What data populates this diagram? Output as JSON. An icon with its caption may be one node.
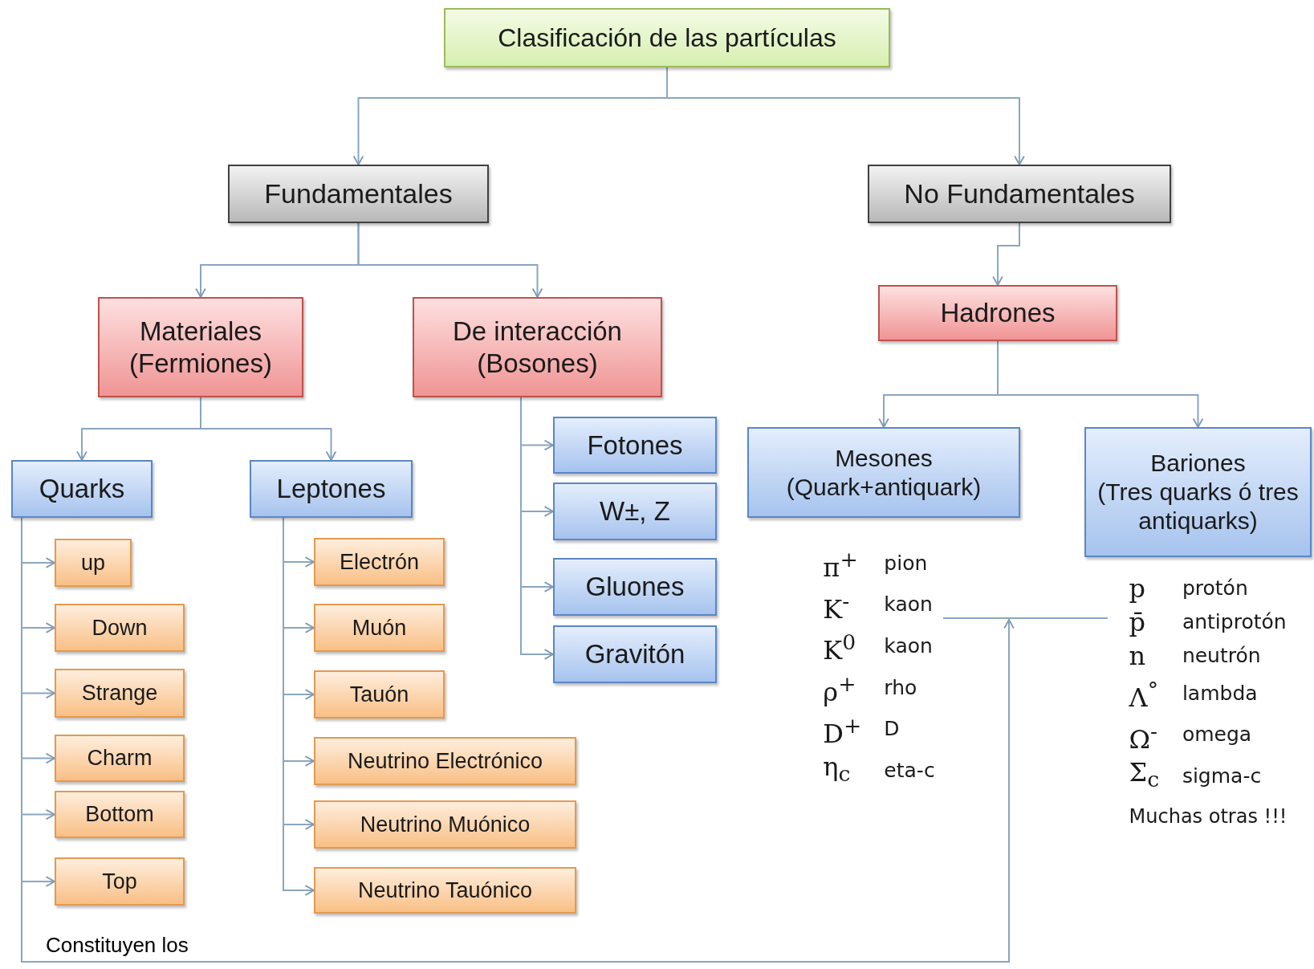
{
  "diagram": {
    "nodes": [
      {
        "text": [
          "Clasificación de las partículas"
        ]
      },
      {
        "text": [
          "Fundamentales"
        ]
      },
      {
        "text": [
          "No Fundamentales"
        ]
      },
      {
        "text": [
          "Materiales (Fermiones)"
        ]
      },
      {
        "text": [
          "De interacción (Bosones)"
        ]
      },
      {
        "text": [
          "Hadrones"
        ]
      },
      {
        "text": [
          "Quarks"
        ]
      },
      {
        "text": [
          "Leptones"
        ]
      },
      {
        "text": [
          "Mesones",
          "(Quark+antiquark)"
        ]
      },
      {
        "text": [
          "Bariones",
          "(Tres quarks ó tres antiquarks)"
        ]
      },
      {
        "text": [
          "Fotones"
        ]
      },
      {
        "text": [
          "W±, Z"
        ]
      },
      {
        "text": [
          "Gluones"
        ]
      },
      {
        "text": [
          "Gravitón"
        ]
      },
      {
        "text": [
          "up"
        ]
      },
      {
        "text": [
          "Down"
        ]
      },
      {
        "text": [
          "Strange"
        ]
      },
      {
        "text": [
          "Charm"
        ]
      },
      {
        "text": [
          "Bottom"
        ]
      },
      {
        "text": [
          "Top"
        ]
      },
      {
        "text": [
          "Electrón"
        ]
      },
      {
        "text": [
          "Muón"
        ]
      },
      {
        "text": [
          "Tauón"
        ]
      },
      {
        "text": [
          "Neutrino Electrónico"
        ]
      },
      {
        "text": [
          "Neutrino Muónico"
        ]
      },
      {
        "text": [
          "Neutrino Tauónico"
        ]
      },
      {
        "text": [
          "π$^{+}$",
          "pion",
          "K$^{-}$",
          "kaon",
          "K$^{0}$",
          "kaon",
          "ρ$^{+}$",
          "rho",
          "D$^{+}$",
          "D",
          "η$_{c}$",
          "eta-c"
        ]
      },
      {
        "text": [
          "p",
          "protón",
          "p̄",
          "antiprotón",
          "n",
          "neutrón",
          "Λ$^{°}$",
          "lambda",
          "Ω$^{-}$",
          "omega",
          "Σ$_{c}$",
          "sigma-c",
          "Muchas otras !!!"
        ]
      }
    ],
    "edges": [
      {
        "from": 0,
        "to": 1,
        "arrow": "to"
      },
      {
        "from": 0,
        "to": 2,
        "arrow": "to"
      },
      {
        "from": 1,
        "to": 3,
        "arrow": "to"
      },
      {
        "from": 1,
        "to": 4,
        "arrow": "to"
      },
      {
        "from": 2,
        "to": 5,
        "arrow": "to"
      },
      {
        "from": 3,
        "to": 6,
        "arrow": "to"
      },
      {
        "from": 3,
        "to": 7,
        "arrow": "to"
      },
      {
        "from": 5,
        "to": 8,
        "arrow": "to"
      },
      {
        "from": 5,
        "to": 9,
        "arrow": "to"
      },
      {
        "from": 4,
        "to": 10,
        "arrow": "to"
      },
      {
        "from": 4,
        "to": 11,
        "arrow": "to"
      },
      {
        "from": 4,
        "to": 12,
        "arrow": "to"
      },
      {
        "from": 4,
        "to": 13,
        "arrow": "to"
      },
      {
        "from": 6,
        "to": 14,
        "arrow": "to"
      },
      {
        "from": 6,
        "to": 15,
        "arrow": "to"
      },
      {
        "from": 6,
        "to": 16,
        "arrow": "to"
      },
      {
        "from": 6,
        "to": 17,
        "arrow": "to"
      },
      {
        "from": 6,
        "to": 18,
        "arrow": "to"
      },
      {
        "from": 6,
        "to": 19,
        "arrow": "to"
      },
      {
        "from": 7,
        "to": 20,
        "arrow": "to"
      },
      {
        "from": 7,
        "to": 21,
        "arrow": "to"
      },
      {
        "from": 7,
        "to": 22,
        "arrow": "to"
      },
      {
        "from": 7,
        "to": 23,
        "arrow": "to"
      },
      {
        "from": 7,
        "to": 24,
        "arrow": "to"
      },
      {
        "from": 7,
        "to": 25,
        "arrow": "to"
      },
      {
        "from": 26,
        "to": 27,
        "arrow": "none"
      },
      {
        "from": 6,
        "to": null,
        "arrow": "to",
        "label": "Constituyen los"
      }
    ]
  }
}
